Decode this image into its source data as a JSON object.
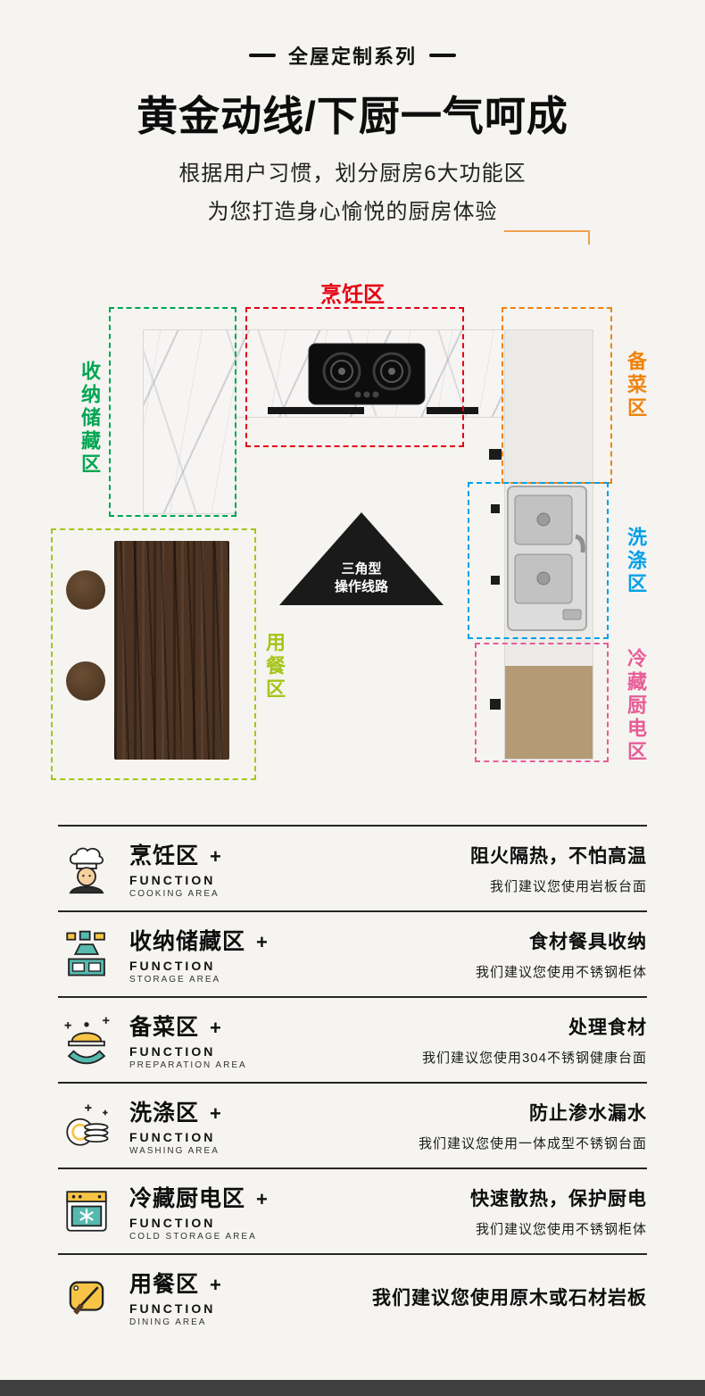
{
  "header": {
    "series": "全屋定制系列",
    "title": "黄金动线/下厨一气呵成",
    "sub1": "根据用户习惯，划分厨房6大功能区",
    "sub2": "为您打造身心愉悦的厨房体验"
  },
  "floorplan": {
    "triangle_line1": "三角型",
    "triangle_line2": "操作线路",
    "zones": {
      "cooking": {
        "label": "烹饪区",
        "color": "#e60012"
      },
      "storage": {
        "label": "收纳储藏区",
        "color": "#00a651"
      },
      "prep": {
        "label": "备菜区",
        "color": "#f0830a"
      },
      "wash": {
        "label": "洗涤区",
        "color": "#00a0e9"
      },
      "cold": {
        "label": "冷藏厨电区",
        "color": "#e85c97"
      },
      "dining": {
        "label": "用餐区",
        "color": "#a5c517"
      }
    }
  },
  "function_word": "FUNCTION",
  "plus": "+",
  "functions": [
    {
      "title": "烹饪区",
      "area": "COOKING AREA",
      "headline": "阻火隔热，不怕高温",
      "suggestion": "我们建议您使用岩板台面"
    },
    {
      "title": "收纳储藏区",
      "area": "STORAGE AREA",
      "headline": "食材餐具收纳",
      "suggestion": "我们建议您使用不锈钢柜体"
    },
    {
      "title": "备菜区",
      "area": "PREPARATION AREA",
      "headline": "处理食材",
      "suggestion": "我们建议您使用304不锈钢健康台面"
    },
    {
      "title": "洗涤区",
      "area": "WASHING AREA",
      "headline": "防止渗水漏水",
      "suggestion": "我们建议您使用一体成型不锈钢台面"
    },
    {
      "title": "冷藏厨电区",
      "area": "COLD STORAGE AREA",
      "headline": "快速散热，保护厨电",
      "suggestion": "我们建议您使用不锈钢柜体"
    },
    {
      "title": "用餐区",
      "area": "DINING AREA",
      "headline": "我们建议您使用原木或石材岩板",
      "suggestion": ""
    }
  ]
}
